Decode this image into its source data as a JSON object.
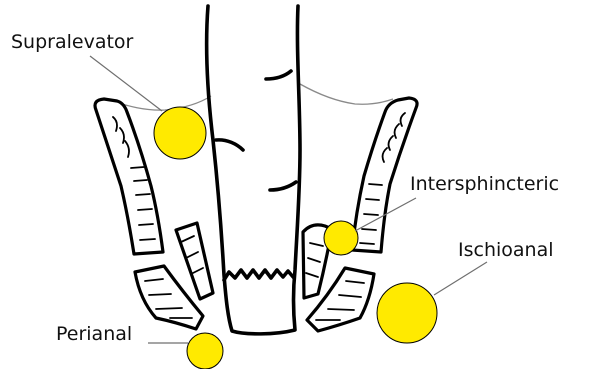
{
  "labels": {
    "supralevator": "Supralevator",
    "intersphincteric": "Intersphincteric",
    "ischioanal": "Ischioanal",
    "perianal": "Perianal"
  },
  "colors": {
    "abscess_fill": "#FFEA00",
    "outline": "#000000",
    "levator_line": "#8a8a8a",
    "leader_line": "#6f6f6f",
    "background": "#ffffff"
  }
}
